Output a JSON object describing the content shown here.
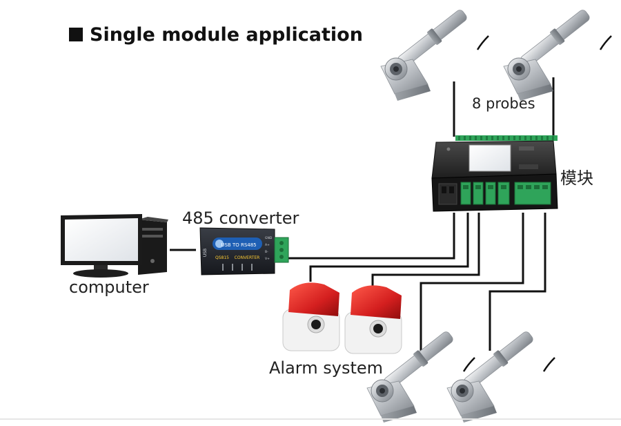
{
  "title": "Single module application",
  "labels": {
    "probes": "8 probes",
    "module": "模块",
    "converter": "485 converter",
    "computer": "computer",
    "alarm": "Alarm system"
  },
  "converter_device": {
    "face_text": "USB TO RS485",
    "model_text": "QS815",
    "converter_text": "CONVERTER",
    "side_text": "USB",
    "terminal_labels": [
      "GND",
      "A+",
      "B-",
      "V+"
    ]
  },
  "colors": {
    "wire": "#111111",
    "terminal_green": "#2fa45a",
    "alarm_red": "#d42020",
    "module_body": "#262626",
    "converter_blue": "#1e5fb4",
    "probe_steel": "#c9ccd0"
  }
}
